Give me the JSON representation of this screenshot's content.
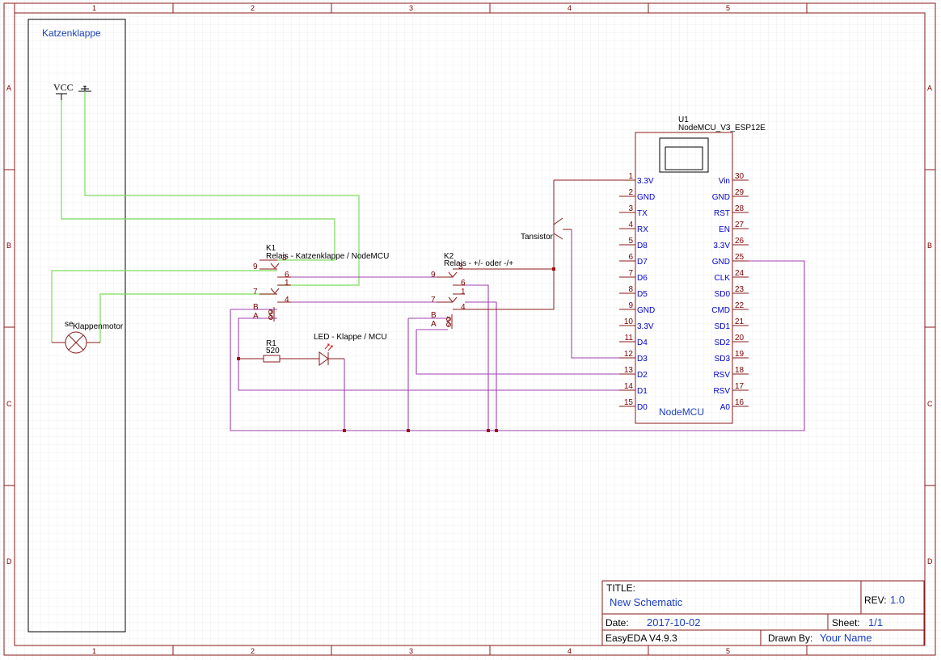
{
  "frame": {
    "col_labels": [
      "1",
      "2",
      "3",
      "4",
      "5"
    ],
    "row_labels": [
      "A",
      "B",
      "C",
      "D"
    ]
  },
  "box": {
    "title": "Katzenklappe"
  },
  "power": {
    "vcc": "VCC"
  },
  "motor": {
    "prefix": "se",
    "label": "Klappenmotor"
  },
  "relay_k1": {
    "ref": "K1",
    "name": "Relais - Katzenklappe / NodeMCU",
    "pins": [
      "3",
      "9",
      "6",
      "1",
      "7",
      "4"
    ],
    "coil": [
      "B",
      "A"
    ]
  },
  "relay_k2": {
    "ref": "K2",
    "name": "Relais - +/- oder -/+",
    "pins": [
      "3",
      "9",
      "6",
      "1",
      "7",
      "4"
    ],
    "coil": [
      "B",
      "A"
    ]
  },
  "resistor": {
    "ref": "R1",
    "value": "520"
  },
  "led": {
    "label": "LED - Klappe / MCU"
  },
  "transistor": {
    "label": "Tansistor"
  },
  "mcu": {
    "ref": "U1",
    "part": "NodeMCU_V3_ESP12E",
    "name": "NodeMCU",
    "left_pins": [
      {
        "num": "1",
        "name": "3.3V"
      },
      {
        "num": "2",
        "name": "GND"
      },
      {
        "num": "3",
        "name": "TX"
      },
      {
        "num": "4",
        "name": "RX"
      },
      {
        "num": "5",
        "name": "D8"
      },
      {
        "num": "6",
        "name": "D7"
      },
      {
        "num": "7",
        "name": "D6"
      },
      {
        "num": "8",
        "name": "D5"
      },
      {
        "num": "9",
        "name": "GND"
      },
      {
        "num": "10",
        "name": "3.3V"
      },
      {
        "num": "11",
        "name": "D4"
      },
      {
        "num": "12",
        "name": "D3"
      },
      {
        "num": "13",
        "name": "D2"
      },
      {
        "num": "14",
        "name": "D1"
      },
      {
        "num": "15",
        "name": "D0"
      }
    ],
    "right_pins": [
      {
        "num": "30",
        "name": "Vin"
      },
      {
        "num": "29",
        "name": "GND"
      },
      {
        "num": "28",
        "name": "RST"
      },
      {
        "num": "27",
        "name": "EN"
      },
      {
        "num": "26",
        "name": "3.3V"
      },
      {
        "num": "25",
        "name": "GND"
      },
      {
        "num": "24",
        "name": "CLK"
      },
      {
        "num": "23",
        "name": "SD0"
      },
      {
        "num": "22",
        "name": "CMD"
      },
      {
        "num": "21",
        "name": "SD1"
      },
      {
        "num": "20",
        "name": "SD2"
      },
      {
        "num": "19",
        "name": "SD3"
      },
      {
        "num": "18",
        "name": "RSV"
      },
      {
        "num": "17",
        "name": "RSV"
      },
      {
        "num": "16",
        "name": "A0"
      }
    ]
  },
  "title_block": {
    "title_label": "TITLE:",
    "title": "New Schematic",
    "rev_label": "REV:",
    "rev": "1.0",
    "date_label": "Date:",
    "date": "2017-10-02",
    "sheet_label": "Sheet:",
    "sheet": "1/1",
    "tool": "EasyEDA V4.9.3",
    "drawn_label": "Drawn By:",
    "drawn_by": "Your Name"
  },
  "colors": {
    "grid": "#e4e4e4",
    "frame": "#8b1a1a",
    "wire_green": "#7ddc5a",
    "wire_purple": "#a040b0",
    "wire_dark": "#6a2f8a",
    "component": "#8b1a1a",
    "text_blue": "#1a3fbf"
  }
}
